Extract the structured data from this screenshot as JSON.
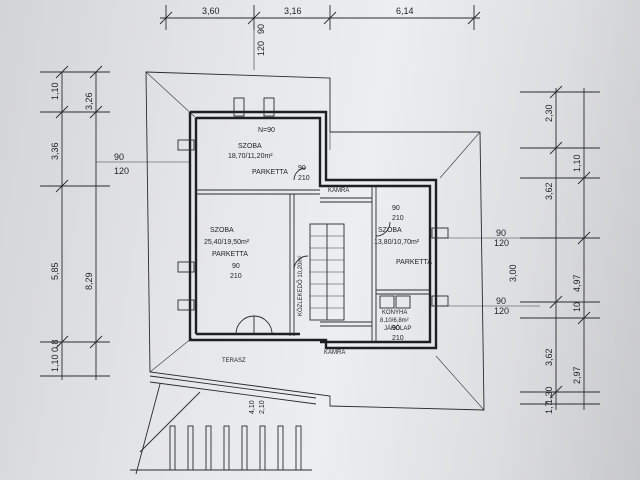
{
  "top_dims": [
    "3,60",
    "3,16",
    "6,14"
  ],
  "top_vert": [
    "90",
    "120"
  ],
  "left_dims_outer": [
    "1,10",
    "3,36",
    "5,85",
    "1,10 0,8"
  ],
  "left_dims_inner": [
    "3,26",
    "8,29"
  ],
  "left_small": [
    "90",
    "120"
  ],
  "right_dims_outer": [
    "2,30",
    "3,62",
    "3,62",
    "1,30",
    "1,7"
  ],
  "right_dims_inner": [
    "1,10",
    "4,97",
    "2,97"
  ],
  "right_mid": [
    "3,00",
    "10"
  ],
  "right_pairs": [
    [
      "90",
      "120"
    ],
    [
      "90",
      "120"
    ]
  ],
  "rooms": [
    {
      "name": "SZOBA",
      "area": "18,70/11,20m²",
      "floor": "PARKETTA"
    },
    {
      "name": "SZOBA",
      "area": "25,40/19,50m²",
      "floor": "PARKETTA"
    },
    {
      "name": "SZOBA",
      "area": "13,80/10,70m²",
      "floor": "PARKETTA"
    },
    {
      "name": "KONYHA",
      "area": "8,10/6,8m²",
      "floor": "JÁRÓLAP"
    }
  ],
  "corridor": "KÖZLEKEDŐ 10,20m²",
  "labels": {
    "top_n": "N=90",
    "kamra1": "KAMRA",
    "kamra2": "KAMRA",
    "terasz": "TERASZ",
    "door1": [
      "90",
      "210"
    ],
    "door2": [
      "90",
      "210"
    ],
    "door3": [
      "90",
      "210"
    ],
    "door4": [
      "90",
      "210"
    ],
    "terrace_dims": [
      "4,10",
      "2,10"
    ]
  }
}
